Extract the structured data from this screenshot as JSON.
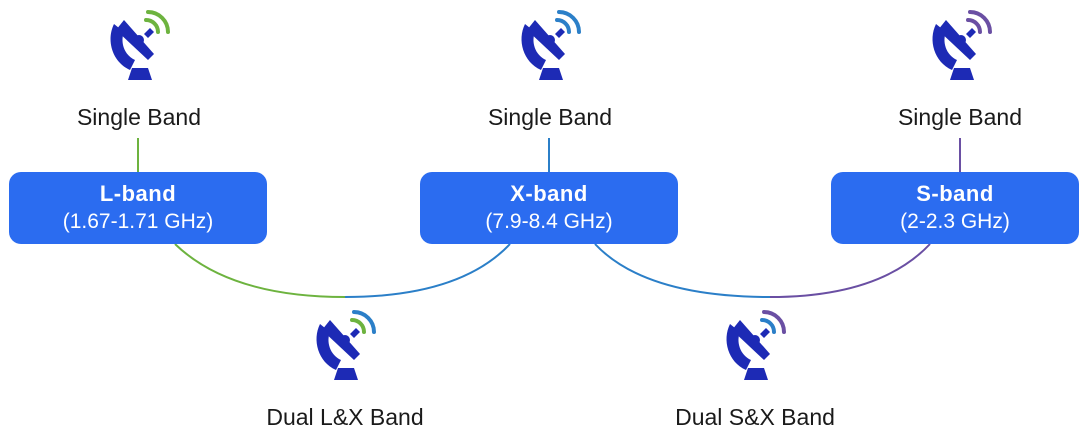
{
  "colors": {
    "accent_blue": "#2b6cf0",
    "dish_navy": "#1d2ab5",
    "l_band_green": "#6db33f",
    "x_band_blue": "#2b7fc8",
    "s_band_purple": "#6a4fa3"
  },
  "single": [
    {
      "label": "Single Band",
      "icon": "satellite-dish-icon",
      "signal_color": "#6db33f"
    },
    {
      "label": "Single Band",
      "icon": "satellite-dish-icon",
      "signal_color": "#2b7fc8"
    },
    {
      "label": "Single Band",
      "icon": "satellite-dish-icon",
      "signal_color": "#6a4fa3"
    }
  ],
  "bands": [
    {
      "name": "L-band",
      "range": "(1.67-1.71 GHz)"
    },
    {
      "name": "X-band",
      "range": "(7.9-8.4 GHz)"
    },
    {
      "name": "S-band",
      "range": "(2-2.3 GHz)"
    }
  ],
  "dual": [
    {
      "label": "Dual L&X Band",
      "icon": "satellite-dish-icon",
      "signal_color": "#6db33f"
    },
    {
      "label": "Dual S&X Band",
      "icon": "satellite-dish-icon",
      "signal_color": "#6a4fa3"
    }
  ]
}
